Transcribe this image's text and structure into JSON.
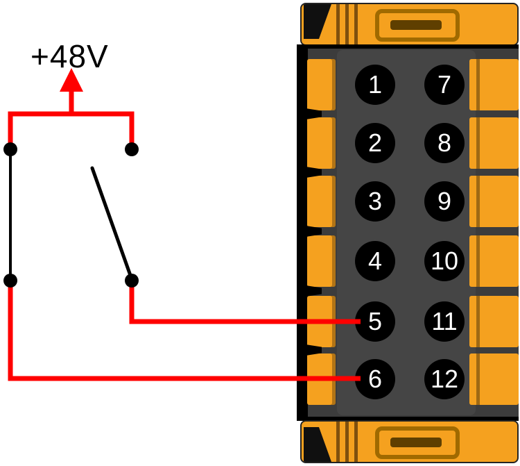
{
  "diagram": {
    "voltage_label": "+48V",
    "wire_color": "#FF0000",
    "switch_color": "#000000",
    "switch_state": "open"
  },
  "connector": {
    "orange_color": "#F5A11F",
    "body_color": "#3C3C3C",
    "pin_hole_color": "#000000",
    "pin_number_color": "#FFFFFF",
    "left_pins": [
      "1",
      "2",
      "3",
      "4",
      "5",
      "6"
    ],
    "right_pins": [
      "7",
      "8",
      "9",
      "10",
      "11",
      "12"
    ],
    "red_wired_pins": [
      "5",
      "6"
    ]
  }
}
